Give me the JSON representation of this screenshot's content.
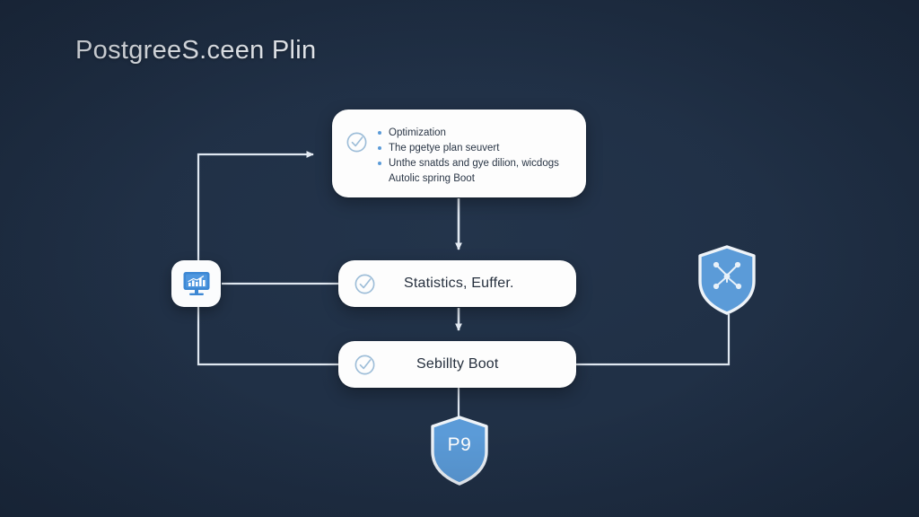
{
  "page": {
    "title": "PostgreeS.ceen Plin",
    "background_color": "#1e2d42",
    "accent_color": "#5b9bd8",
    "card_color": "#fdfdfd",
    "line_color": "#dfe6ee"
  },
  "cards": {
    "list_card": {
      "icon": "check-circle-icon",
      "items": [
        {
          "text": "Optimization",
          "bullet": true
        },
        {
          "text": "The pgetye plan seuvert",
          "bullet": true
        },
        {
          "text": "Unthe snatds and gye dilion, wicdogs",
          "bullet": true
        },
        {
          "text": "Autolic spring Boot",
          "bullet": false
        }
      ]
    },
    "stats_card": {
      "icon": "check-circle-icon",
      "label": "Statistics, Euffer."
    },
    "boot_card": {
      "icon": "check-circle-icon",
      "label": "Sebillty Boot"
    }
  },
  "nodes": {
    "monitor": {
      "icon": "monitor-chart-icon",
      "color": "#3d88d4"
    },
    "shield_network": {
      "icon": "shield-network-icon",
      "fill_color": "#5b9bd8",
      "border_color": "#eef3f8"
    },
    "shield_badge": {
      "icon": "shield-icon",
      "label": "P9",
      "fill_color": "#5b9bd8",
      "border_color": "#eef3f8"
    }
  },
  "connectors": [
    {
      "name": "monitor-to-list-card",
      "style": "arrow"
    },
    {
      "name": "list-card-to-stats-card",
      "style": "arrow"
    },
    {
      "name": "monitor-to-stats-card",
      "style": "line"
    },
    {
      "name": "stats-card-to-boot-card",
      "style": "arrow"
    },
    {
      "name": "monitor-to-boot-card",
      "style": "line"
    },
    {
      "name": "boot-card-to-shield-network",
      "style": "line"
    },
    {
      "name": "boot-card-to-shield-badge",
      "style": "line"
    }
  ]
}
